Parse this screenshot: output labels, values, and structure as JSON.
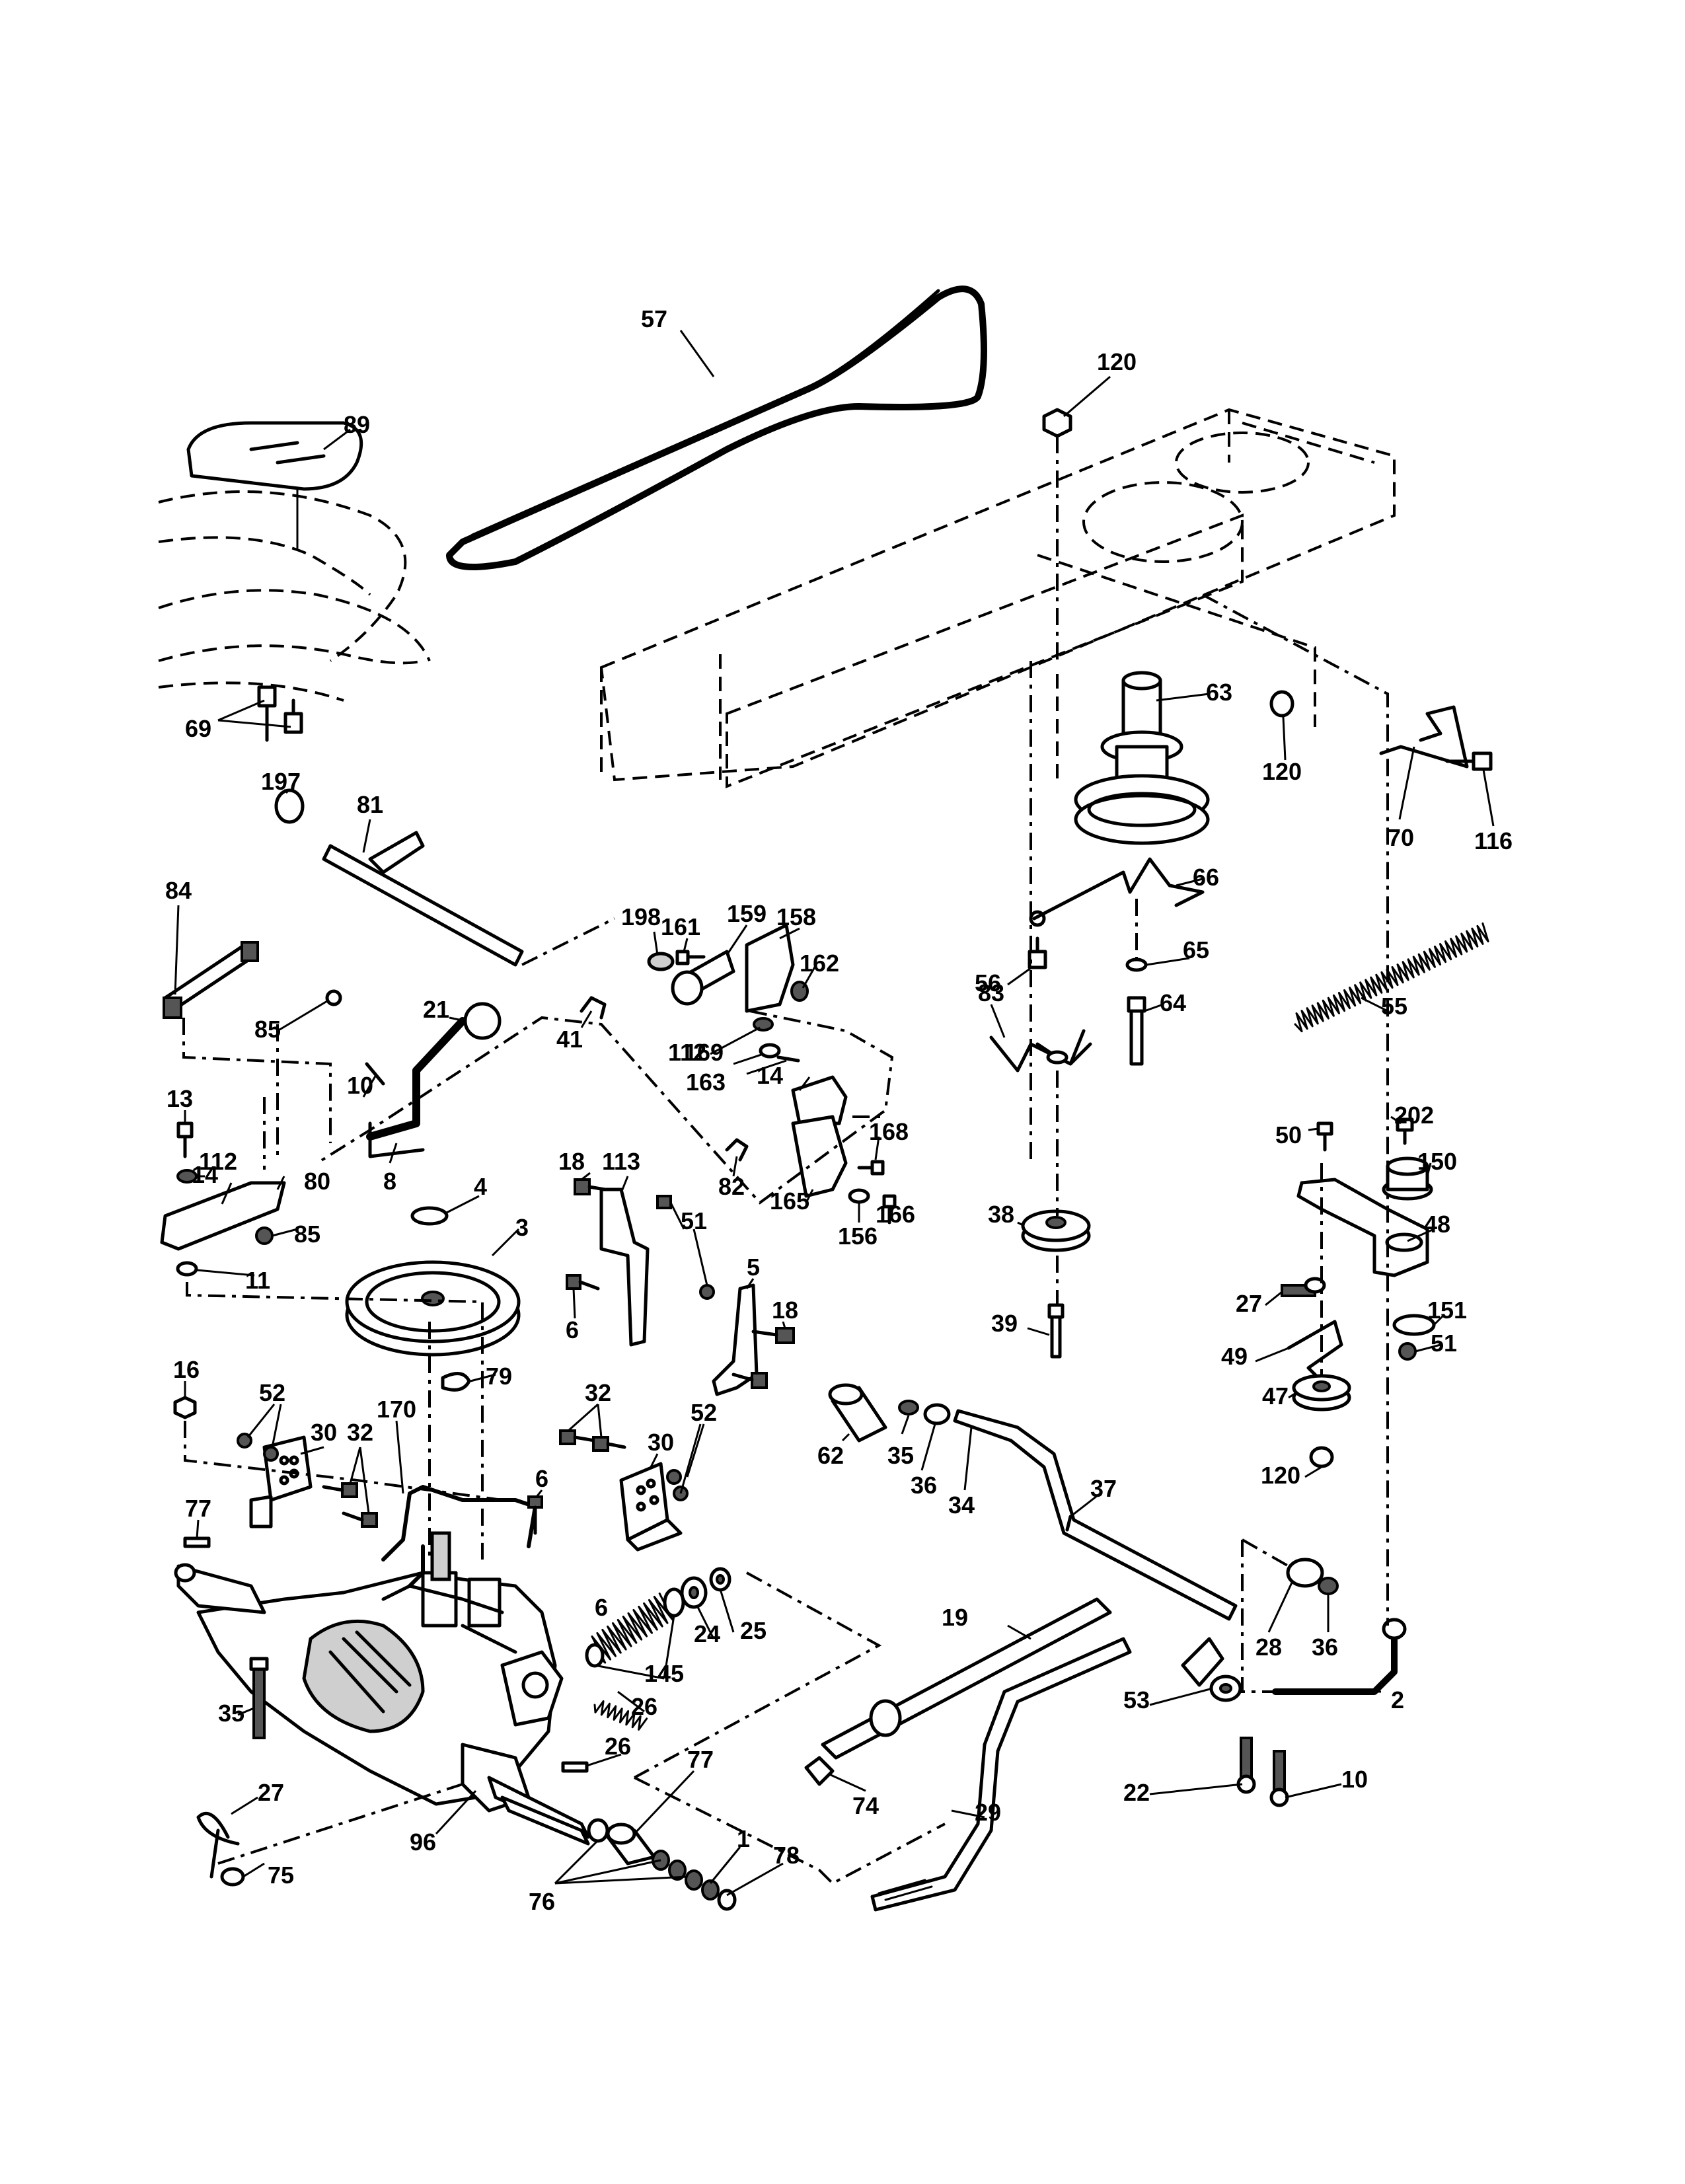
{
  "diagram": {
    "callouts": [
      "57",
      "120",
      "89",
      "69",
      "63",
      "120",
      "70",
      "116",
      "197",
      "81",
      "66",
      "84",
      "198",
      "161",
      "159",
      "158",
      "65",
      "56",
      "64",
      "55",
      "85",
      "21",
      "162",
      "112",
      "83",
      "41",
      "169",
      "14",
      "163",
      "13",
      "10",
      "168",
      "14",
      "112",
      "8",
      "82",
      "165",
      "166",
      "156",
      "50",
      "202",
      "150",
      "80",
      "85",
      "4",
      "18",
      "113",
      "51",
      "3",
      "38",
      "48",
      "11",
      "5",
      "18",
      "6",
      "27",
      "151",
      "39",
      "49",
      "51",
      "16",
      "79",
      "47",
      "52",
      "30",
      "32",
      "32",
      "30",
      "6",
      "62",
      "35",
      "36",
      "120",
      "34",
      "37",
      "77",
      "52",
      "170",
      "6",
      "25",
      "24",
      "19",
      "28",
      "36",
      "35",
      "145",
      "26",
      "2",
      "53",
      "26",
      "77",
      "74",
      "29",
      "22",
      "10",
      "27",
      "96",
      "1",
      "78",
      "76",
      "75",
      "26"
    ]
  }
}
